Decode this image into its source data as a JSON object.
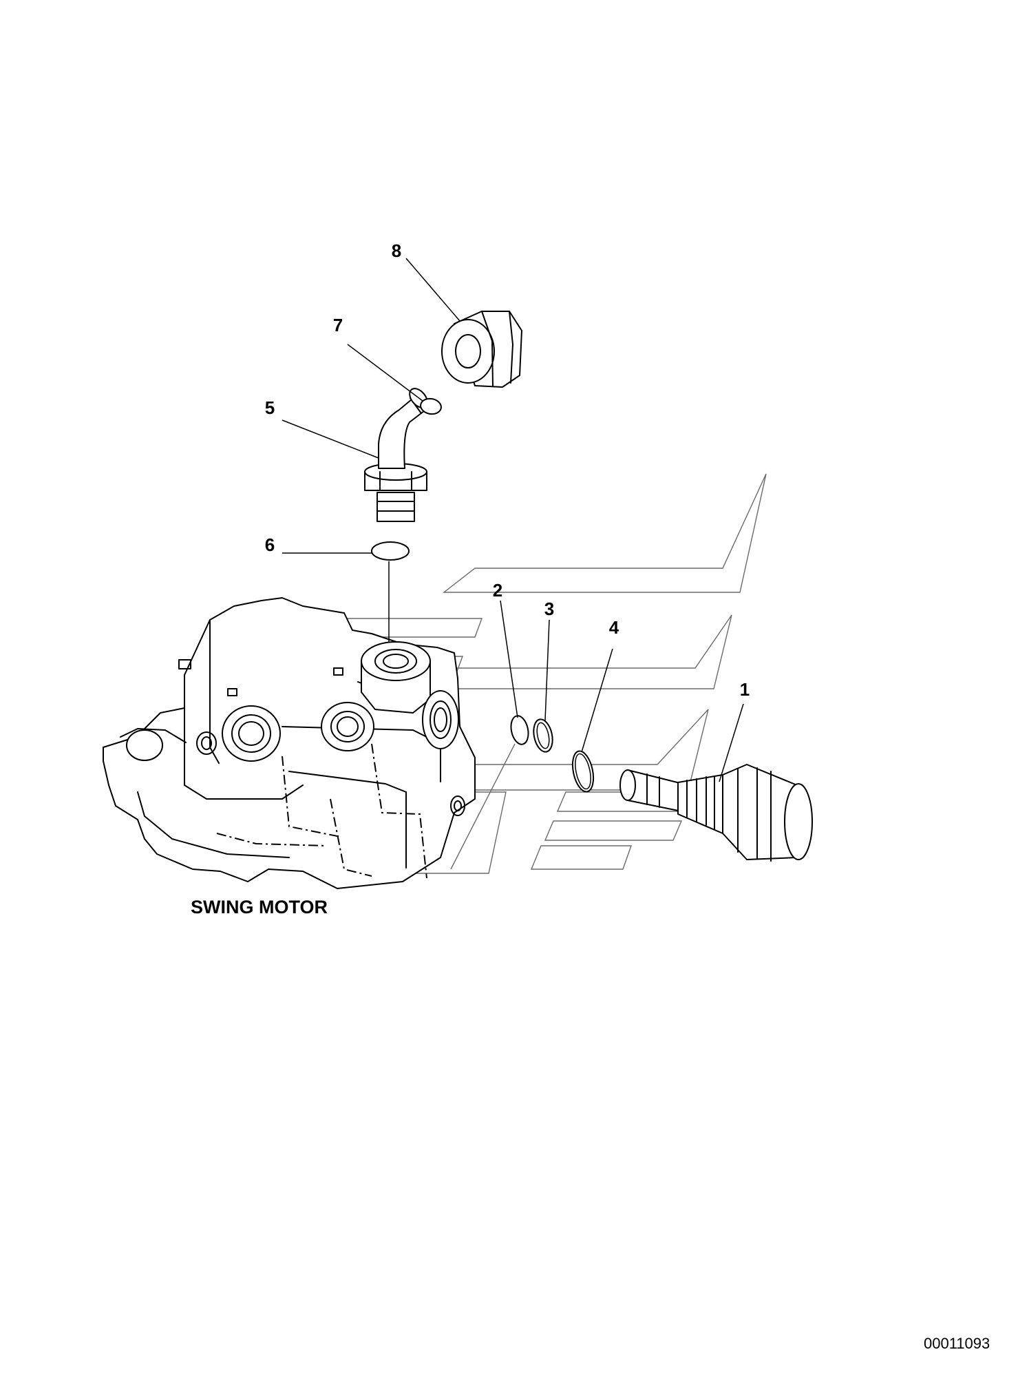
{
  "diagram": {
    "caption": "SWING MOTOR",
    "reference_number": "00011093",
    "callouts": [
      {
        "id": "callout-1",
        "label": "1"
      },
      {
        "id": "callout-2",
        "label": "2"
      },
      {
        "id": "callout-3",
        "label": "3"
      },
      {
        "id": "callout-4",
        "label": "4"
      },
      {
        "id": "callout-5",
        "label": "5"
      },
      {
        "id": "callout-6",
        "label": "6"
      },
      {
        "id": "callout-7",
        "label": "7"
      },
      {
        "id": "callout-8",
        "label": "8"
      }
    ]
  }
}
